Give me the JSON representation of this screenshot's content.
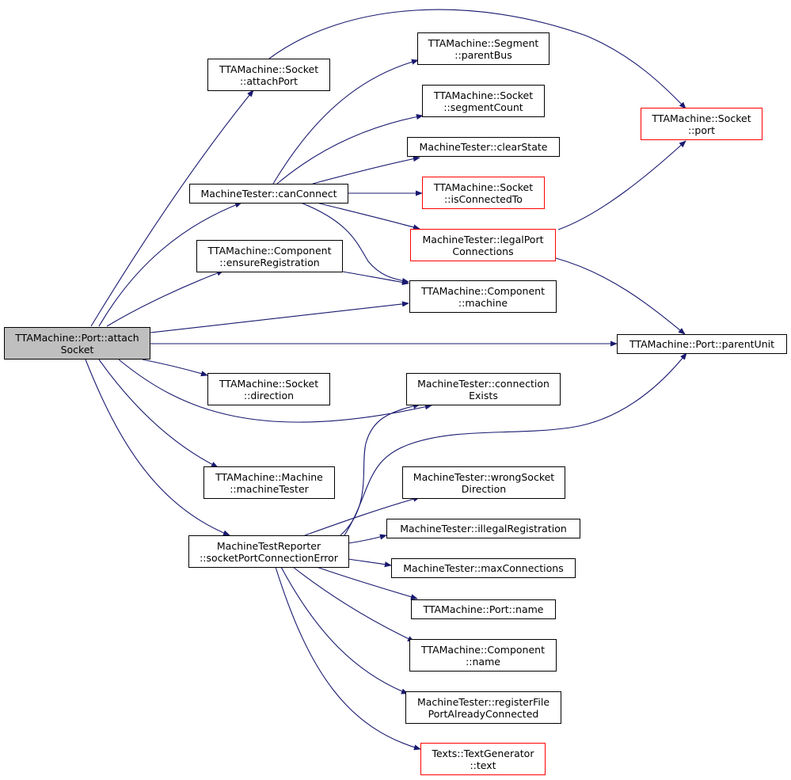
{
  "colors": {
    "edge": "#191970",
    "root_fill": "#bfbfbf",
    "incomplete_border": "#ff0000",
    "border": "#000000"
  },
  "nodes": {
    "root": {
      "line1": "TTAMachine::Port::attach",
      "line2": "Socket"
    },
    "attachPort": {
      "line1": "TTAMachine::Socket",
      "line2": "::attachPort"
    },
    "canConnect": {
      "line1": "MachineTester::canConnect",
      "line2": ""
    },
    "ensureReg": {
      "line1": "TTAMachine::Component",
      "line2": "::ensureRegistration"
    },
    "sockDir": {
      "line1": "TTAMachine::Socket",
      "line2": "::direction"
    },
    "machTester": {
      "line1": "TTAMachine::Machine",
      "line2": "::machineTester"
    },
    "reporter": {
      "line1": "MachineTestReporter",
      "line2": "::socketPortConnectionError"
    },
    "parentBus": {
      "line1": "TTAMachine::Segment",
      "line2": "::parentBus"
    },
    "segCount": {
      "line1": "TTAMachine::Socket",
      "line2": "::segmentCount"
    },
    "clearState": {
      "line1": "MachineTester::clearState",
      "line2": ""
    },
    "isConn": {
      "line1": "TTAMachine::Socket",
      "line2": "::isConnectedTo"
    },
    "legalPort": {
      "line1": "MachineTester::legalPort",
      "line2": "Connections"
    },
    "compMachine": {
      "line1": "TTAMachine::Component",
      "line2": "::machine"
    },
    "connExists": {
      "line1": "MachineTester::connection",
      "line2": "Exists"
    },
    "wrongSock": {
      "line1": "MachineTester::wrongSocket",
      "line2": "Direction"
    },
    "illegalReg": {
      "line1": "MachineTester::illegalRegistration",
      "line2": ""
    },
    "maxConn": {
      "line1": "MachineTester::maxConnections",
      "line2": ""
    },
    "portName": {
      "line1": "TTAMachine::Port::name",
      "line2": ""
    },
    "compName": {
      "line1": "TTAMachine::Component",
      "line2": "::name"
    },
    "regFile": {
      "line1": "MachineTester::registerFile",
      "line2": "PortAlreadyConnected"
    },
    "textGen": {
      "line1": "Texts::TextGenerator",
      "line2": "::text"
    },
    "socketPort": {
      "line1": "TTAMachine::Socket",
      "line2": "::port"
    },
    "parentUnit": {
      "line1": "TTAMachine::Port::parentUnit",
      "line2": ""
    }
  }
}
